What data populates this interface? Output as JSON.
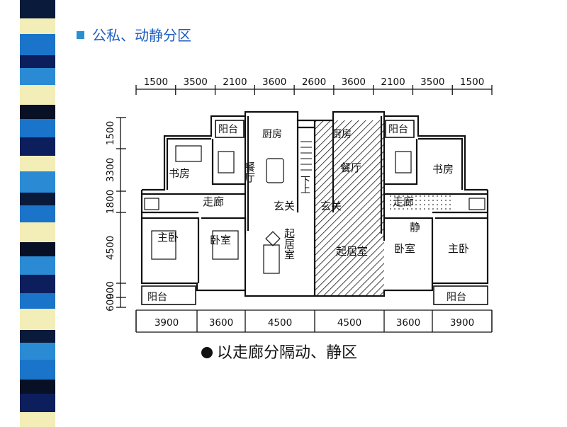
{
  "title": "公私、动静分区",
  "caption": "以走廊分隔动、静区",
  "colors": {
    "title": "#1f5fbf",
    "bullet": "#2a8fd0",
    "strip": [
      "#0a1a3a",
      "#f3edb8",
      "#1a74c9",
      "#0c1f5c",
      "#2b8ad4",
      "#071024"
    ]
  },
  "dims_top": [
    "1500",
    "3500",
    "2100",
    "3600",
    "2600",
    "3600",
    "2100",
    "3500",
    "1500"
  ],
  "dims_left": [
    "1500",
    "3300",
    "1800",
    "4500",
    "900",
    "600"
  ],
  "dims_bottom": [
    "3900",
    "3600",
    "4500",
    "4500",
    "3600",
    "3900"
  ],
  "rooms": {
    "balcony_top_left": "阳台",
    "kitchen_left": "厨房",
    "study_left": "书房",
    "dining_left": "餐厅",
    "corridor_left": "走廊",
    "master_bed_left": "主卧",
    "bedroom_left": "卧室",
    "foyer_left": "玄关",
    "living_left": "起居室",
    "stair_down": "下",
    "stair_up": "上",
    "balcony_bottom_left": "阳台",
    "balcony_top_right": "阳台",
    "kitchen_right": "厨房",
    "dining_right": "餐厅",
    "study_right": "书房",
    "corridor_right": "走廊",
    "foyer_right": "玄关",
    "living_right": "起居室",
    "bedroom_right": "卧室",
    "quiet_mark": "静",
    "master_bed_right": "主卧",
    "balcony_bottom_right": "阳台"
  }
}
